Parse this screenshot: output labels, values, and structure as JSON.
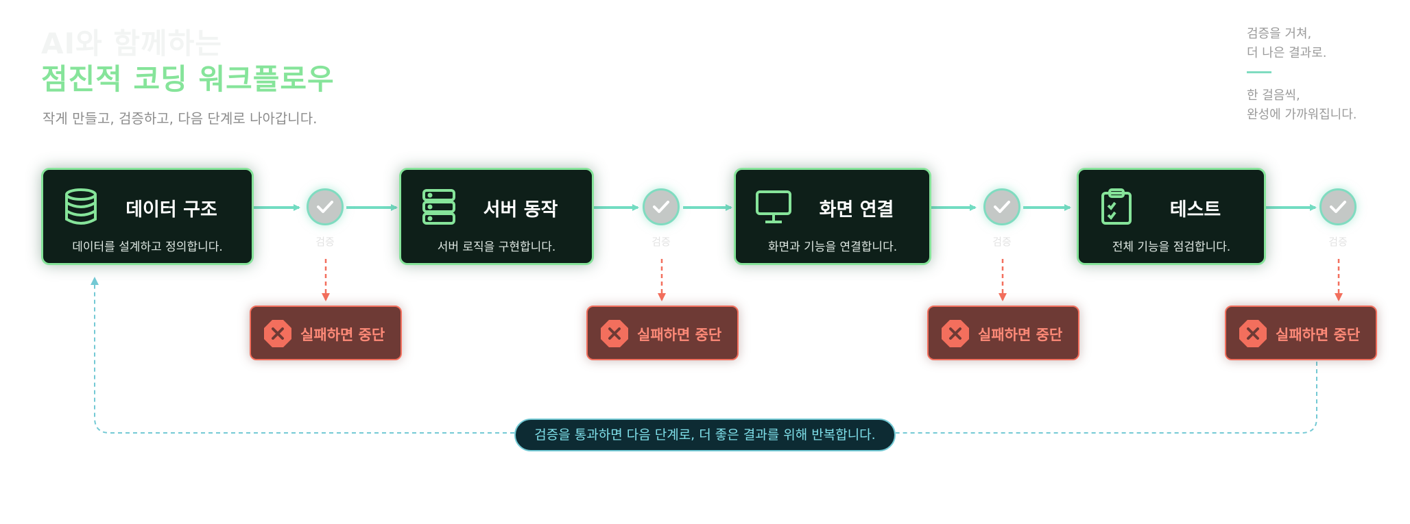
{
  "header": {
    "title_line1": "AI와 함께하는",
    "title_line2": "점진적 코딩 워크플로우",
    "subtitle": "작게 만들고, 검증하고, 다음 단계로 나아갑니다."
  },
  "side_note": {
    "line1": "검증을 거쳐,",
    "line2": "더 나은 결과로.",
    "line3": "한 걸음씩,",
    "line4": "완성에 가까워집니다."
  },
  "stages": [
    {
      "title": "데이터 구조",
      "desc": "데이터를 설계하고 정의합니다.",
      "icon": "database-icon"
    },
    {
      "title": "서버 동작",
      "desc": "서버 로직을 구현합니다.",
      "icon": "server-icon"
    },
    {
      "title": "화면 연결",
      "desc": "화면과 기능을 연결합니다.",
      "icon": "monitor-icon"
    },
    {
      "title": "테스트",
      "desc": "전체 기능을 점검합니다.",
      "icon": "clipboard-check-icon"
    }
  ],
  "check_label": "검증",
  "fail_label": "실패하면 중단",
  "loop_text": "검증을 통과하면 다음 단계로, 더 좋은 결과를 위해 반복합니다.",
  "colors": {
    "card_bg": "#0e1f19",
    "card_border": "#86e49a",
    "accent_teal": "#7fdcc0",
    "fail_bg": "#6e3a35",
    "fail_border": "#f36f5d",
    "loop_line": "#73c9d4"
  }
}
